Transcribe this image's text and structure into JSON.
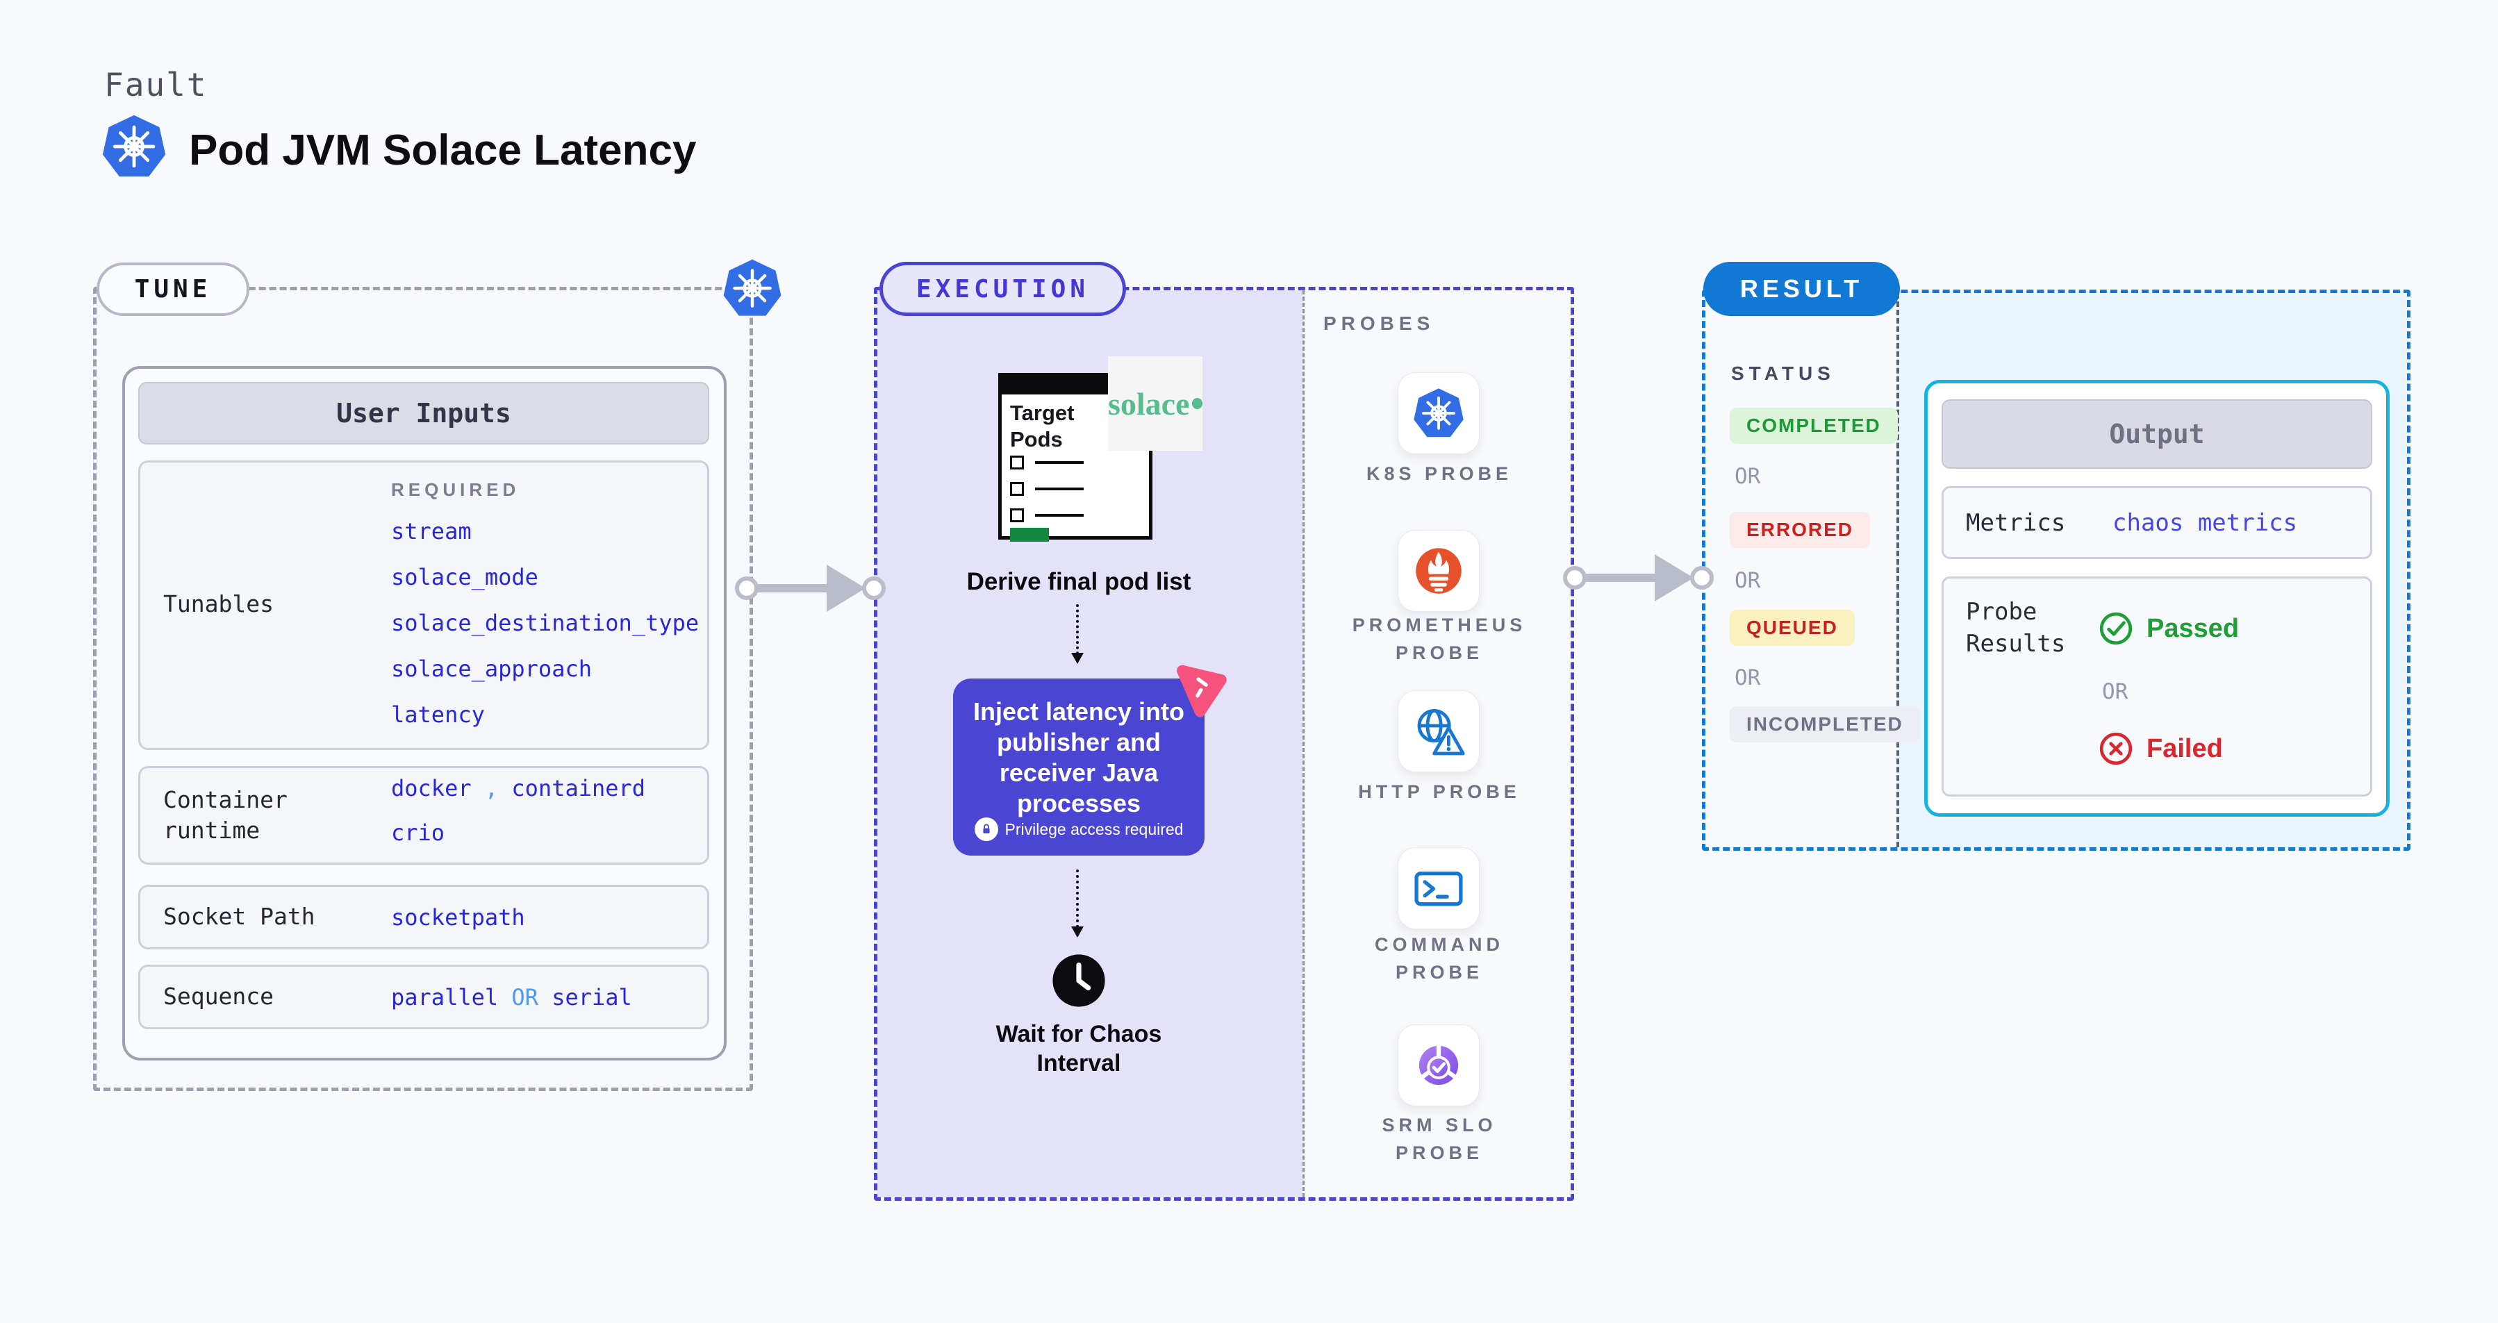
{
  "colors": {
    "page_bg": "#f8f9fc",
    "tune_dash": "#9aa0ae",
    "execution_dash": "#4a45d1",
    "execution_fill": "#e3e2f9",
    "result_dash": "#1379d7",
    "result_fill": "#e9f5fb",
    "result_pill": "#1178d4",
    "output_border": "#16b2e2",
    "value_blue": "#2727d8",
    "or_light_blue": "#4d9bef",
    "purple_step": "#4b45d3",
    "pink_icon": "#f5527e",
    "kubernetes_blue": "#326de6",
    "prometheus_orange": "#e6512c",
    "solace_green": "#57bd8d",
    "passed_green": "#1f9d36",
    "failed_red": "#d7282d",
    "completed_green": "#1b9a35",
    "errored_red": "#cb2020",
    "queued_red": "#c42222",
    "incompleted_grey": "#6d7287"
  },
  "header": {
    "kicker": "Fault",
    "title": "Pod JVM Solace Latency"
  },
  "tune": {
    "label": "TUNE",
    "inputs_title": "User Inputs",
    "required_label": "REQUIRED",
    "tunables_label": "Tunables",
    "tunables": [
      "stream",
      "solace_mode",
      "solace_destination_type",
      "solace_approach",
      "latency"
    ],
    "runtime_label": "Container runtime",
    "runtime_a": "docker",
    "runtime_comma": ",",
    "runtime_b": "containerd",
    "runtime_c": "crio",
    "socket_label": "Socket Path",
    "socket_value": "socketpath",
    "sequence_label": "Sequence",
    "sequence_a": "parallel",
    "sequence_or": "OR",
    "sequence_b": "serial"
  },
  "execution": {
    "label": "EXECUTION",
    "doc_title": "Target Pods",
    "solace_logo": "solace",
    "derive_step": "Derive final pod list",
    "inject_step": "Inject latency into publisher and receiver Java processes",
    "privilege_badge": "Privilege access required",
    "wait_step": "Wait for Chaos Interval"
  },
  "probes": {
    "label": "PROBES",
    "items": [
      {
        "name": "K8S PROBE"
      },
      {
        "name": "PROMETHEUS PROBE"
      },
      {
        "name": "HTTP PROBE"
      },
      {
        "name": "COMMAND PROBE"
      },
      {
        "name": "SRM SLO PROBE"
      }
    ]
  },
  "result": {
    "label": "RESULT",
    "status_label": "STATUS",
    "or_label": "OR",
    "statuses": [
      {
        "text": "COMPLETED"
      },
      {
        "text": "ERRORED"
      },
      {
        "text": "QUEUED"
      },
      {
        "text": "INCOMPLETED"
      }
    ],
    "output_title": "Output",
    "metrics_label": "Metrics",
    "metrics_value": "chaos metrics",
    "probe_results_label": "Probe Results",
    "passed_label": "Passed",
    "failed_label": "Failed"
  }
}
